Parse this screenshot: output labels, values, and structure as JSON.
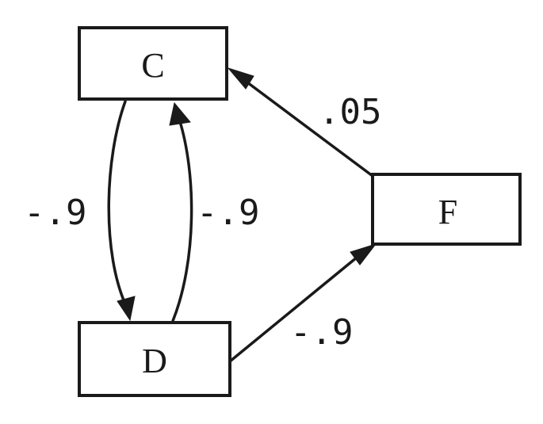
{
  "nodes": {
    "c": {
      "label": "C"
    },
    "d": {
      "label": "D"
    },
    "f": {
      "label": "F"
    }
  },
  "edges": {
    "c_to_d": {
      "from": "C",
      "to": "D",
      "weight": "-.9"
    },
    "d_to_c": {
      "from": "D",
      "to": "C",
      "weight": "-.9"
    },
    "f_to_c": {
      "from": "F",
      "to": "C",
      "weight": ".05"
    },
    "d_to_f": {
      "from": "D",
      "to": "F",
      "weight": "-.9"
    }
  }
}
